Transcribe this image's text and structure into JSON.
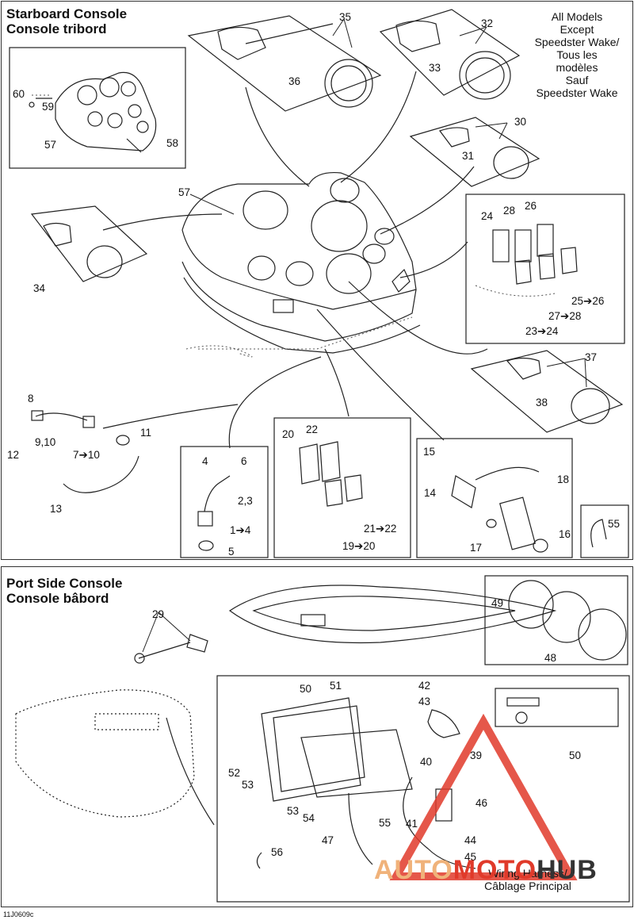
{
  "starboard": {
    "title_en": "Starboard Console",
    "title_fr": "Console tribord",
    "models_note": [
      "All Models",
      "Except",
      "Speedster Wake/",
      "Tous les",
      "modèles",
      "Sauf",
      "Speedster Wake"
    ]
  },
  "port": {
    "title_en": "Port Side Console",
    "title_fr": "Console bâbord",
    "harness_note": [
      "Wiring Harness/",
      "Câblage Principal"
    ]
  },
  "labels": {
    "p1": "35",
    "p2": "32",
    "p3": "36",
    "p4": "33",
    "p5": "30",
    "p6": "31",
    "p7": "60",
    "p8": "59",
    "p9": "57",
    "p10": "58",
    "p11": "57",
    "p12": "24",
    "p13": "28",
    "p14": "26",
    "p15": "25➔26",
    "p16": "27➔28",
    "p17": "23➔24",
    "p18": "34",
    "p19": "37",
    "p20": "38",
    "p21": "8",
    "p22": "9,10",
    "p23": "12",
    "p24": "7➔10",
    "p25": "11",
    "p26": "13",
    "p27": "4",
    "p28": "6",
    "p29": "2,3",
    "p30": "1➔4",
    "p31": "5",
    "p32": "20",
    "p33": "22",
    "p34": "21➔22",
    "p35": "19➔20",
    "p36": "15",
    "p37": "18",
    "p38": "14",
    "p39": "17",
    "p40": "16",
    "p41": "55",
    "p42": "29",
    "p43": "49",
    "p44": "48",
    "p45": "50",
    "p46": "51",
    "p47": "42",
    "p48": "43",
    "p49": "50",
    "p50": "52",
    "p51": "53",
    "p52": "53",
    "p53": "54",
    "p54": "40",
    "p55": "39",
    "p56": "55",
    "p57": "46",
    "p58": "41",
    "p59": "44",
    "p60": "45",
    "p61": "47",
    "p62": "56"
  },
  "figure_code": "11J0609c",
  "watermark": {
    "text_a": "AUTO",
    "text_b": "MOTO",
    "text_c": "HUB",
    "color_main": "#e03a2a",
    "color_alt": "#f0b27a"
  },
  "colors": {
    "line": "#222222",
    "dotted": "#555555",
    "frame": "#333333"
  }
}
